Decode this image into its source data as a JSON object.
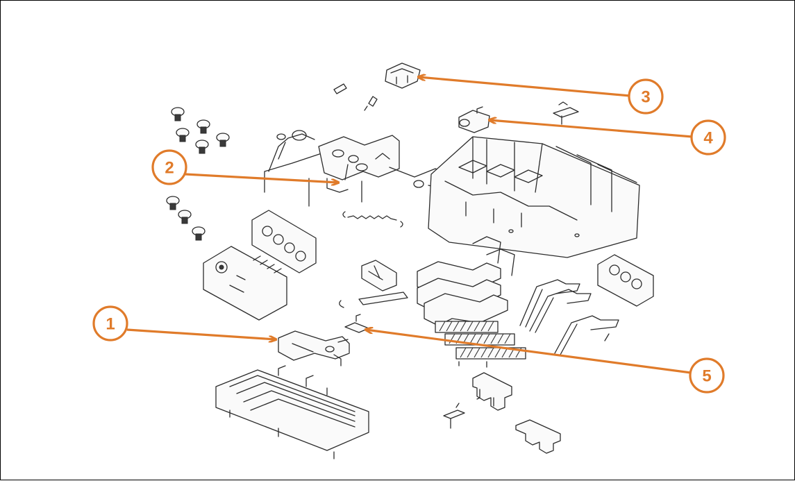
{
  "diagram": {
    "callouts": [
      {
        "id": "1",
        "label": "1"
      },
      {
        "id": "2",
        "label": "2"
      },
      {
        "id": "3",
        "label": "3"
      },
      {
        "id": "4",
        "label": "4"
      },
      {
        "id": "5",
        "label": "5"
      }
    ],
    "colors": {
      "callout": "#e07b2a",
      "line_art": "#2b2b2b",
      "background": "#ffffff",
      "border": "#000000"
    }
  }
}
